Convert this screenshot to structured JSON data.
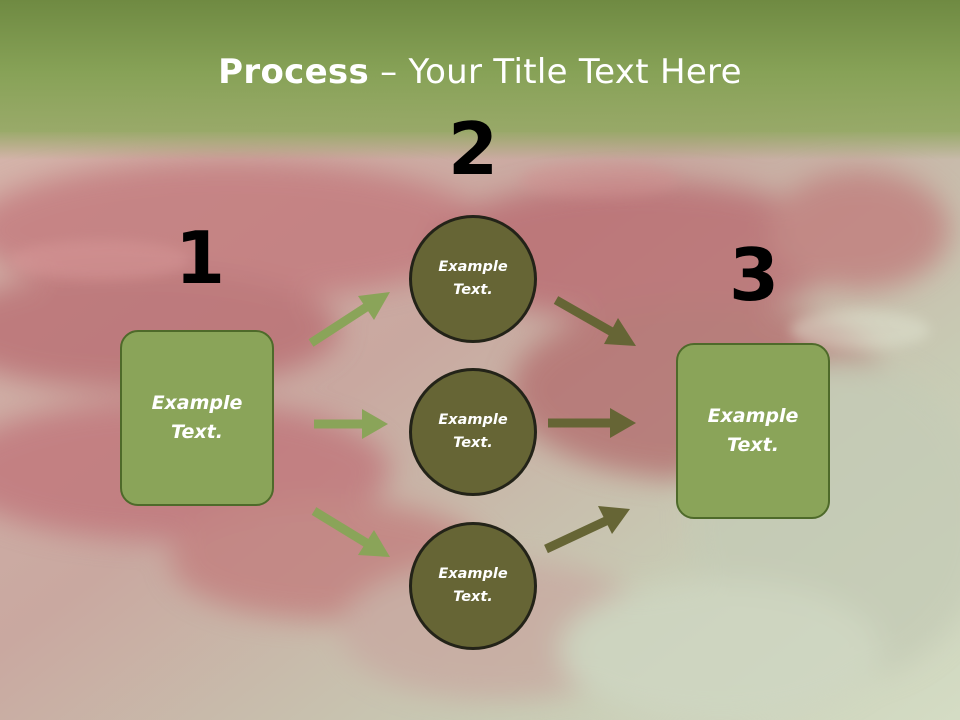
{
  "slide": {
    "title_bold": "Process",
    "title_rest": " – Your Title Text Here"
  },
  "steps": {
    "step1_number": "1",
    "step2_number": "2",
    "step3_number": "3"
  },
  "boxes": {
    "left_label": "Example\nText.",
    "right_label": "Example\nText."
  },
  "circles": {
    "top_label": "Example\nText.",
    "middle_label": "Example\nText.",
    "bottom_label": "Example\nText."
  },
  "colors": {
    "header_green": "#8aa459",
    "box_fill": "#8aa459",
    "circle_fill": "#666535",
    "arrow_light": "#8aa459",
    "arrow_dark": "#666535"
  }
}
